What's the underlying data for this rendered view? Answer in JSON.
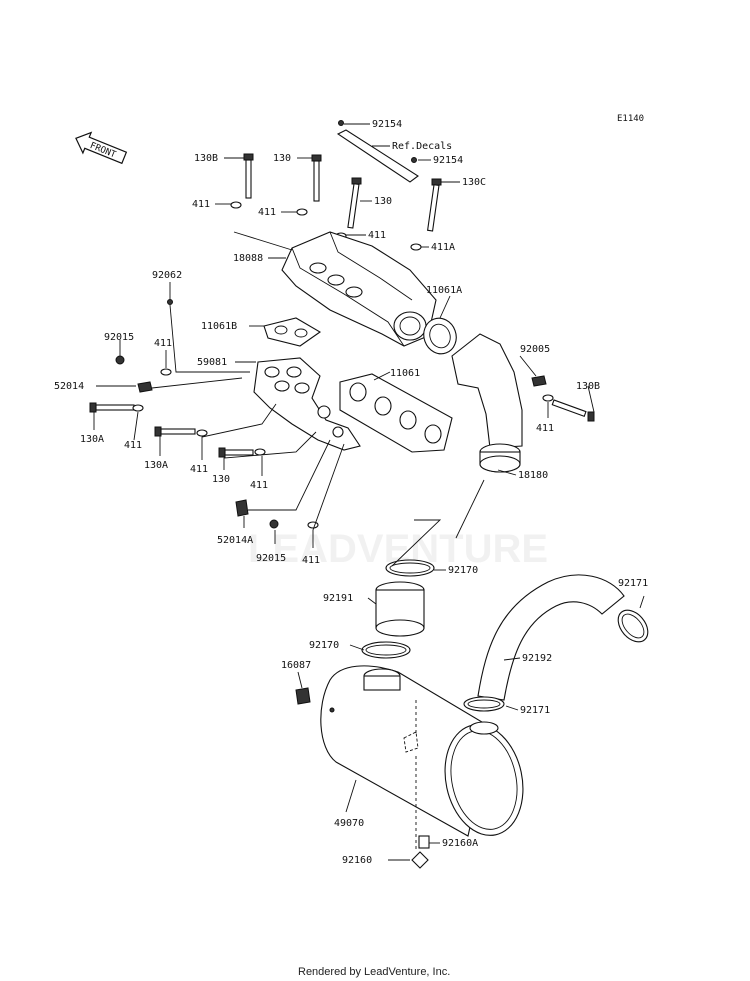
{
  "diagram": {
    "code": "E1140",
    "front_label": "FRONT",
    "watermark": "LEADVENTURE",
    "footer": "Rendered by LeadVenture, Inc.",
    "callouts": {
      "c92154a": "92154",
      "refdecals": "Ref.Decals",
      "c92154b": "92154",
      "c130b_top": "130B",
      "c130_top": "130",
      "c130c": "130C",
      "c411a": "411",
      "c411b": "411",
      "c130_mid": "130",
      "c411c": "411",
      "c411a_right": "411A",
      "c18088": "18088",
      "c92062": "92062",
      "c11061a": "11061A",
      "c11061b": "11061B",
      "c92015": "92015",
      "c411d": "411",
      "c59081": "59081",
      "c52014": "52014",
      "c11061": "11061",
      "c92005": "92005",
      "c130b_right": "130B",
      "c411e": "411",
      "c130a_1": "130A",
      "c411f": "411",
      "c130a_2": "130A",
      "c411g": "411",
      "c130_low": "130",
      "c411h": "411",
      "c18180": "18180",
      "c52014a": "52014A",
      "c92015b": "92015",
      "c411i": "411",
      "c92170a": "92170",
      "c92171a": "92171",
      "c92191": "92191",
      "c92170b": "92170",
      "c92192": "92192",
      "c16087": "16087",
      "c92171b": "92171",
      "c49070": "49070",
      "c92160": "92160",
      "c92160a": "92160A"
    }
  }
}
